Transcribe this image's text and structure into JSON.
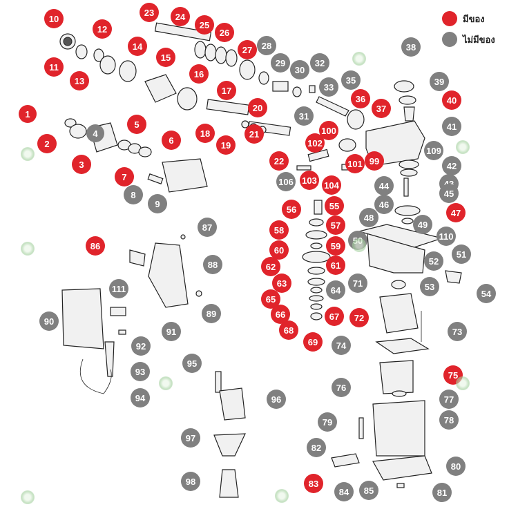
{
  "legend": {
    "in_stock_label": "มีของ",
    "out_of_stock_label": "ไม่มีของ"
  },
  "colors": {
    "in_stock": "#e0242b",
    "out_of_stock": "#808080"
  },
  "parts": [
    {
      "n": "1",
      "status": "in"
    },
    {
      "n": "2",
      "status": "in"
    },
    {
      "n": "3",
      "status": "in"
    },
    {
      "n": "4",
      "status": "out"
    },
    {
      "n": "5",
      "status": "in"
    },
    {
      "n": "6",
      "status": "in"
    },
    {
      "n": "7",
      "status": "in"
    },
    {
      "n": "8",
      "status": "out"
    },
    {
      "n": "9",
      "status": "out"
    },
    {
      "n": "10",
      "status": "in"
    },
    {
      "n": "11",
      "status": "in"
    },
    {
      "n": "12",
      "status": "in"
    },
    {
      "n": "13",
      "status": "in"
    },
    {
      "n": "14",
      "status": "in"
    },
    {
      "n": "15",
      "status": "in"
    },
    {
      "n": "16",
      "status": "in"
    },
    {
      "n": "17",
      "status": "in"
    },
    {
      "n": "18",
      "status": "in"
    },
    {
      "n": "19",
      "status": "in"
    },
    {
      "n": "20",
      "status": "in"
    },
    {
      "n": "21",
      "status": "in"
    },
    {
      "n": "22",
      "status": "in"
    },
    {
      "n": "23",
      "status": "in"
    },
    {
      "n": "24",
      "status": "in"
    },
    {
      "n": "25",
      "status": "in"
    },
    {
      "n": "26",
      "status": "in"
    },
    {
      "n": "27",
      "status": "in"
    },
    {
      "n": "28",
      "status": "out"
    },
    {
      "n": "29",
      "status": "out"
    },
    {
      "n": "30",
      "status": "out"
    },
    {
      "n": "31",
      "status": "out"
    },
    {
      "n": "32",
      "status": "out"
    },
    {
      "n": "33",
      "status": "out"
    },
    {
      "n": "35",
      "status": "out"
    },
    {
      "n": "36",
      "status": "in"
    },
    {
      "n": "37",
      "status": "in"
    },
    {
      "n": "38",
      "status": "out"
    },
    {
      "n": "39",
      "status": "out"
    },
    {
      "n": "40",
      "status": "in"
    },
    {
      "n": "41",
      "status": "out"
    },
    {
      "n": "42",
      "status": "out"
    },
    {
      "n": "43",
      "status": "out"
    },
    {
      "n": "44",
      "status": "out"
    },
    {
      "n": "45",
      "status": "out"
    },
    {
      "n": "46",
      "status": "out"
    },
    {
      "n": "47",
      "status": "in"
    },
    {
      "n": "48",
      "status": "out"
    },
    {
      "n": "49",
      "status": "out"
    },
    {
      "n": "50",
      "status": "out"
    },
    {
      "n": "51",
      "status": "out"
    },
    {
      "n": "52",
      "status": "out"
    },
    {
      "n": "53",
      "status": "out"
    },
    {
      "n": "54",
      "status": "out"
    },
    {
      "n": "55",
      "status": "in"
    },
    {
      "n": "56",
      "status": "in"
    },
    {
      "n": "57",
      "status": "in"
    },
    {
      "n": "58",
      "status": "in"
    },
    {
      "n": "59",
      "status": "in"
    },
    {
      "n": "60",
      "status": "in"
    },
    {
      "n": "61",
      "status": "in"
    },
    {
      "n": "62",
      "status": "in"
    },
    {
      "n": "63",
      "status": "in"
    },
    {
      "n": "64",
      "status": "out"
    },
    {
      "n": "65",
      "status": "in"
    },
    {
      "n": "66",
      "status": "in"
    },
    {
      "n": "67",
      "status": "in"
    },
    {
      "n": "68",
      "status": "in"
    },
    {
      "n": "69",
      "status": "in"
    },
    {
      "n": "71",
      "status": "out"
    },
    {
      "n": "72",
      "status": "in"
    },
    {
      "n": "73",
      "status": "out"
    },
    {
      "n": "74",
      "status": "out"
    },
    {
      "n": "75",
      "status": "in"
    },
    {
      "n": "76",
      "status": "out"
    },
    {
      "n": "77",
      "status": "out"
    },
    {
      "n": "78",
      "status": "out"
    },
    {
      "n": "79",
      "status": "out"
    },
    {
      "n": "80",
      "status": "out"
    },
    {
      "n": "81",
      "status": "out"
    },
    {
      "n": "82",
      "status": "out"
    },
    {
      "n": "83",
      "status": "in"
    },
    {
      "n": "84",
      "status": "out"
    },
    {
      "n": "85",
      "status": "out"
    },
    {
      "n": "86",
      "status": "in"
    },
    {
      "n": "87",
      "status": "out"
    },
    {
      "n": "88",
      "status": "out"
    },
    {
      "n": "89",
      "status": "out"
    },
    {
      "n": "90",
      "status": "out"
    },
    {
      "n": "91",
      "status": "out"
    },
    {
      "n": "92",
      "status": "out"
    },
    {
      "n": "93",
      "status": "out"
    },
    {
      "n": "94",
      "status": "out"
    },
    {
      "n": "95",
      "status": "out"
    },
    {
      "n": "96",
      "status": "out"
    },
    {
      "n": "97",
      "status": "out"
    },
    {
      "n": "98",
      "status": "out"
    },
    {
      "n": "99",
      "status": "in"
    },
    {
      "n": "100",
      "status": "in"
    },
    {
      "n": "101",
      "status": "in"
    },
    {
      "n": "102",
      "status": "in"
    },
    {
      "n": "103",
      "status": "in"
    },
    {
      "n": "104",
      "status": "in"
    },
    {
      "n": "106",
      "status": "out"
    },
    {
      "n": "109",
      "status": "out"
    },
    {
      "n": "110",
      "status": "out"
    },
    {
      "n": "111",
      "status": "out"
    }
  ]
}
